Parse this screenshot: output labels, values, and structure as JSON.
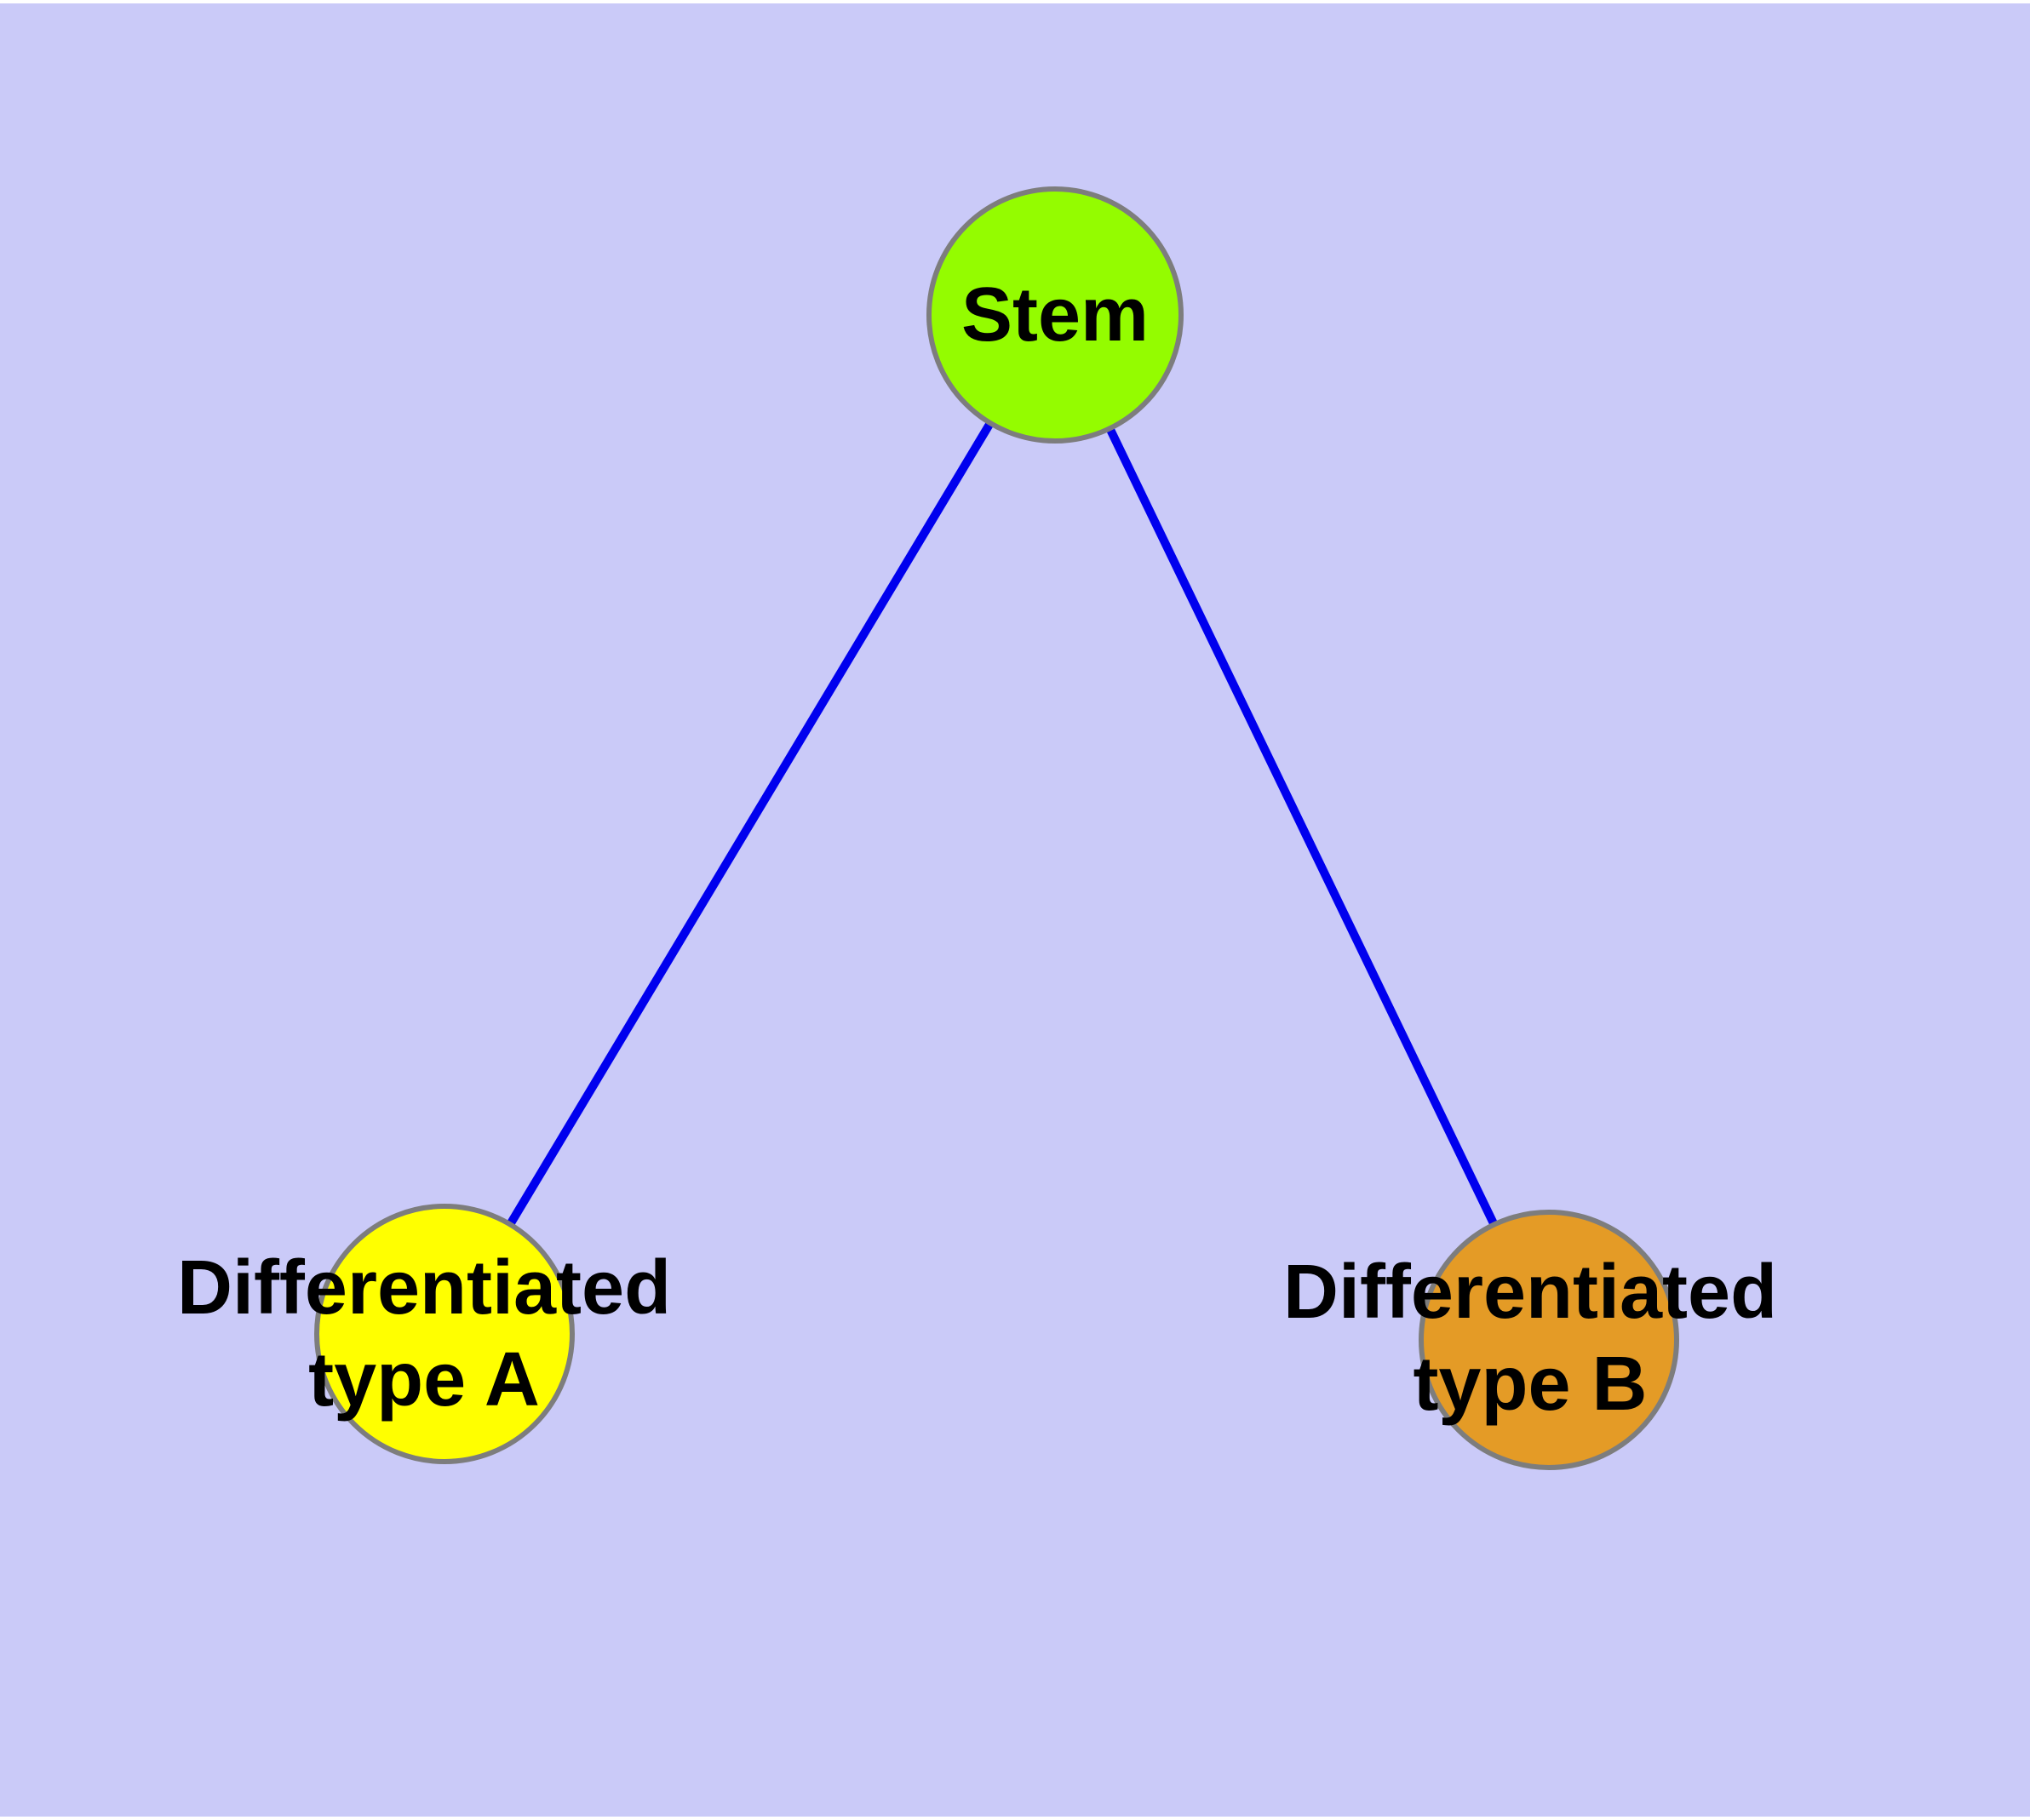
{
  "diagram": {
    "title": "",
    "background_color": "#CACAF8",
    "frame_color": "#FFFFFF",
    "edge_color": "#0000EE",
    "node_border_color": "#7D7D7D",
    "label_color": "#000000",
    "nodes": [
      {
        "id": "stem",
        "label": "Stem",
        "fill": "#94FC00"
      },
      {
        "id": "type-a",
        "label": "Differentiated\ntype A",
        "fill": "#FFFF00"
      },
      {
        "id": "type-b",
        "label": "Differentiated\ntype B",
        "fill": "#E49B26"
      }
    ],
    "edges": [
      {
        "from": "Stem",
        "to": "Differentiated type A"
      },
      {
        "from": "Stem",
        "to": "Differentiated type B"
      }
    ]
  }
}
